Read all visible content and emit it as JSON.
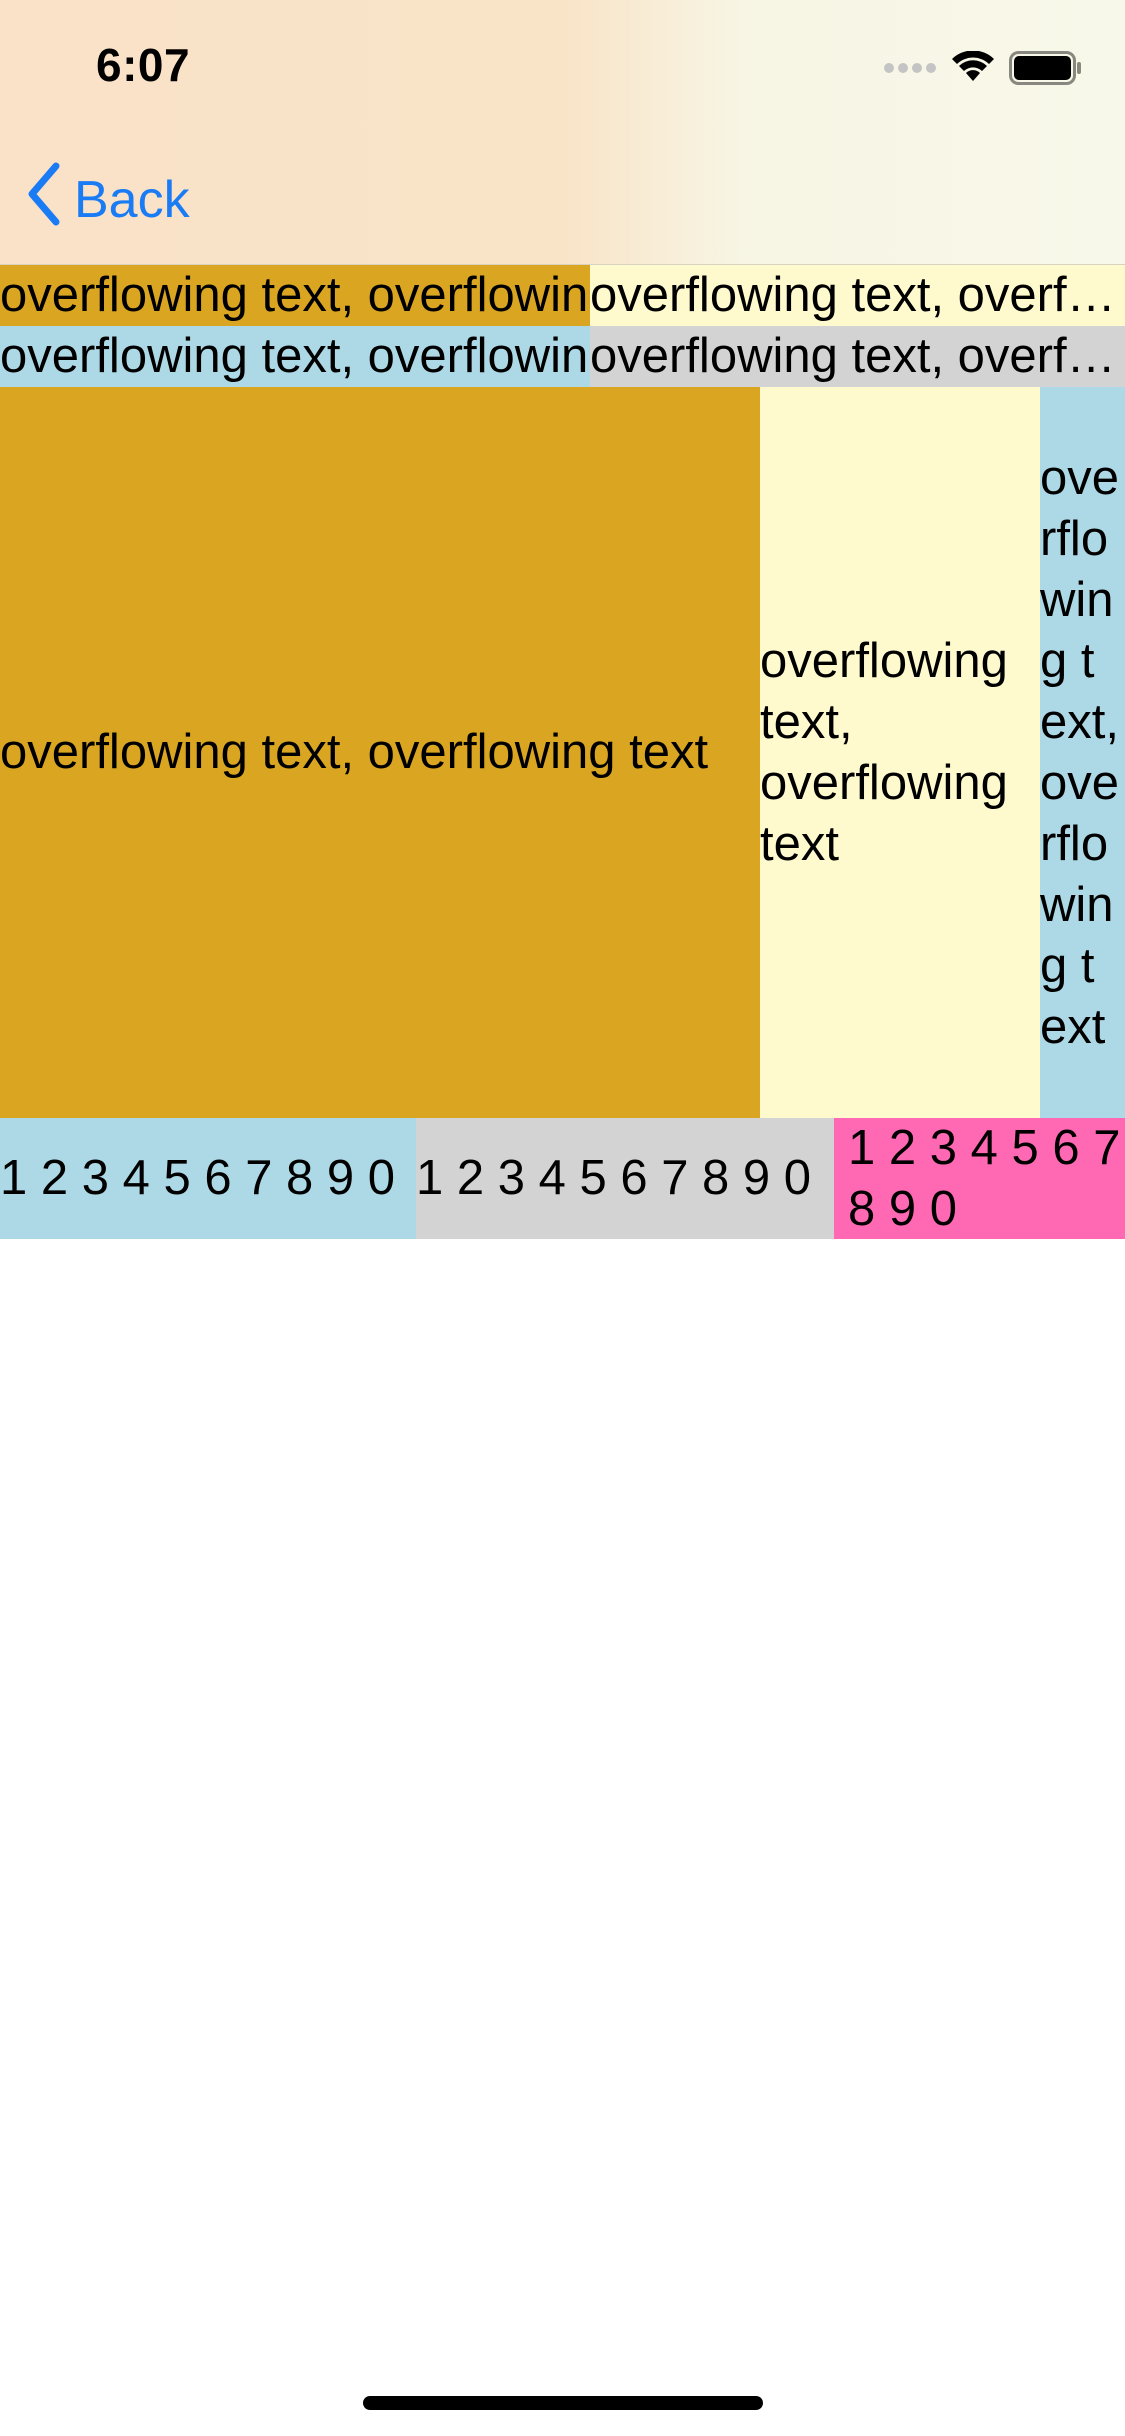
{
  "status_bar": {
    "time": "6:07",
    "icons": [
      "signal-icon",
      "wifi-icon",
      "battery-icon"
    ]
  },
  "nav": {
    "back_label": "Back",
    "accent_color": "#1a7cf5"
  },
  "rows": {
    "row1": [
      {
        "text": "overflowing text, overflowing text",
        "color": "#daa520"
      },
      {
        "text": "overflowing text, overflowing text",
        "color": "#fffacd"
      }
    ],
    "row2": [
      {
        "text": "overflowing text, overflowing text",
        "color": "#add8e6"
      },
      {
        "text": "overflowing text, overflowing text",
        "color": "#d3d3d3"
      }
    ],
    "row3": [
      {
        "text": "overflowing text, overflowing text",
        "color": "#daa520"
      },
      {
        "text": "overflowing text, overflowing text",
        "color": "#fffacd"
      },
      {
        "text": "overflowing text, overflowing text",
        "color": "#add8e6"
      }
    ],
    "row4": [
      {
        "text": "1 2 3 4 5 6 7 8 9 0",
        "color": "#add8e6"
      },
      {
        "text": "1 2 3 4 5 6 7 8 9 0",
        "color": "#d3d3d3"
      },
      {
        "text": "1 2 3 4 5 6 7 8 9 0",
        "color": "#ff69b4"
      }
    ]
  }
}
